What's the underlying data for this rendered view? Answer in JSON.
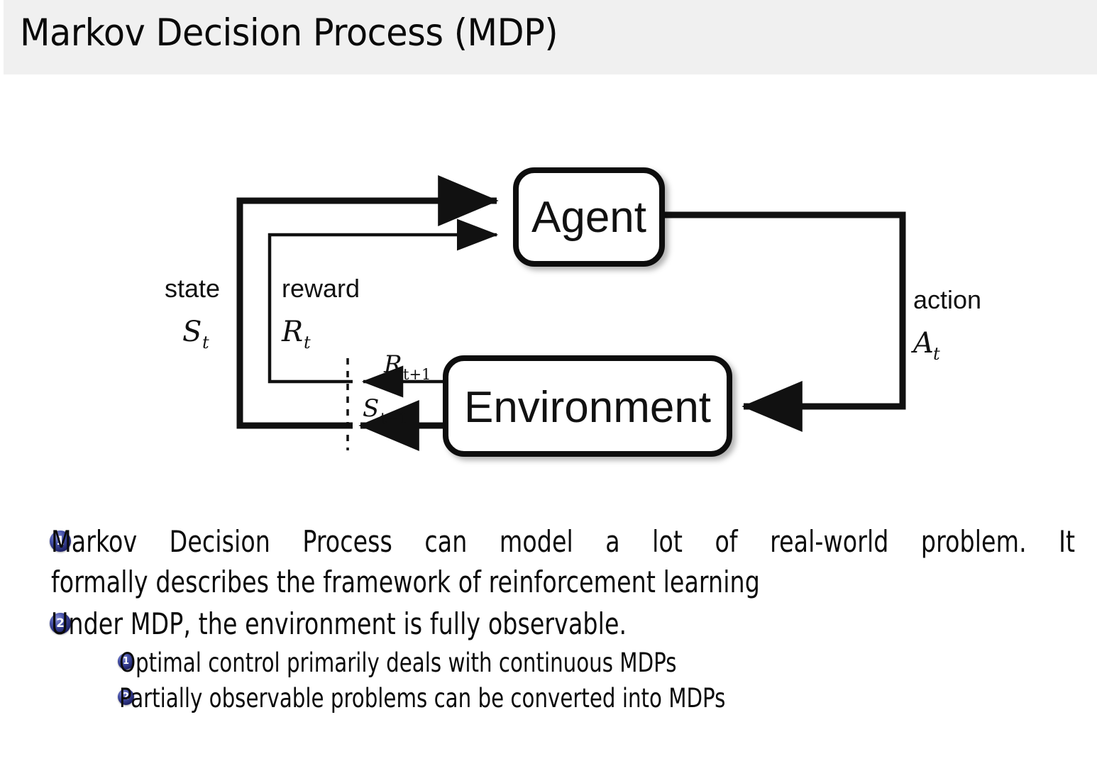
{
  "slide": {
    "title": "Markov Decision Process (MDP)",
    "header_bg": "#f0f0f0",
    "text_color": "#0b0b0b",
    "badge_color": "#2a2f7a"
  },
  "diagram": {
    "name": "agent-environment-interaction-loop",
    "boxes": [
      {
        "id": "agent",
        "label": "Agent"
      },
      {
        "id": "environment",
        "label": "Environment"
      }
    ],
    "edge_labels": {
      "state_word": "state",
      "state_symbol": "S",
      "state_subscript": "t",
      "reward_word": "reward",
      "reward_symbol": "R",
      "reward_subscript": "t",
      "action_word": "action",
      "action_symbol": "A",
      "action_subscript": "t",
      "next_reward_symbol": "R",
      "next_reward_subscript": "t+1",
      "next_state_symbol": "S",
      "next_state_subscript": "t+1"
    }
  },
  "bullets": [
    {
      "number": "1",
      "level": 1,
      "lines": [
        [
          "Markov",
          "Decision",
          "Process",
          "can",
          "model",
          "a",
          "lot",
          "of",
          "real-world",
          "problem.",
          "It"
        ],
        [
          "formally describes the framework of reinforcement learning"
        ]
      ]
    },
    {
      "number": "2",
      "level": 1,
      "lines": [
        [
          "Under MDP, the environment is fully observable."
        ]
      ]
    },
    {
      "number": "1",
      "level": 2,
      "lines": [
        [
          "Optimal control primarily deals with continuous MDPs"
        ]
      ]
    },
    {
      "number": "2",
      "level": 2,
      "lines": [
        [
          "Partially observable problems can be converted into MDPs"
        ]
      ]
    }
  ]
}
